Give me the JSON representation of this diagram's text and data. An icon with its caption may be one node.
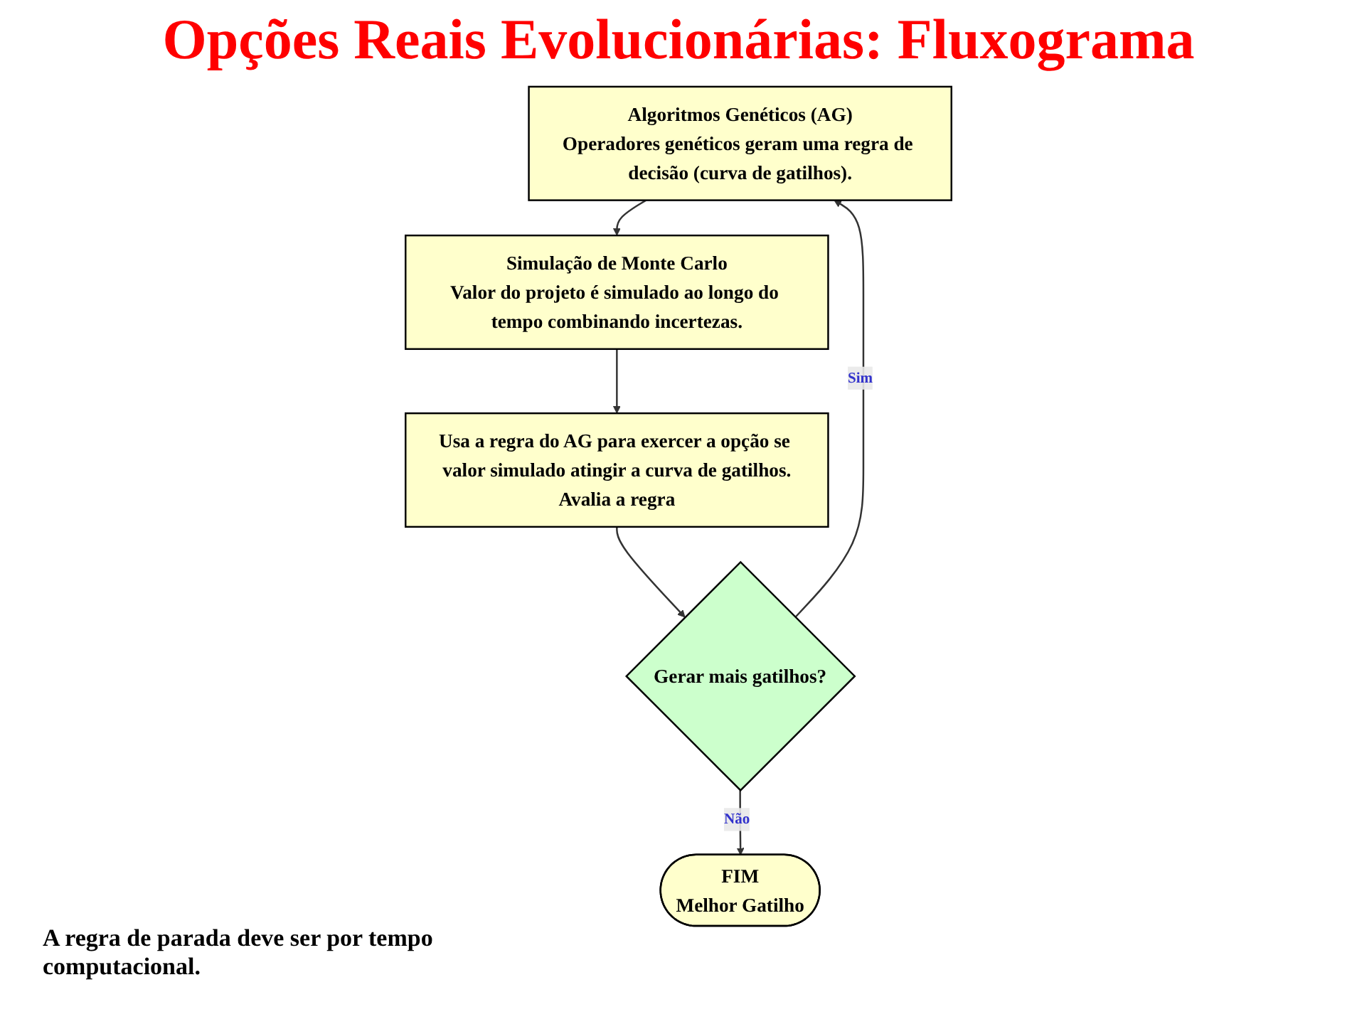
{
  "diagram": {
    "title": "Opções Reais Evolucionárias: Fluxograma",
    "nodes": [
      {
        "text": [
          "Algoritmos Genéticos (AG)",
          "Operadores genéticos geram uma regra de decisão (curva de gatilhos)."
        ]
      },
      {
        "text": [
          "Simulação de Monte Carlo",
          "Valor do projeto é simulado ao longo do tempo combinando incertezas."
        ]
      },
      {
        "text": [
          "Usa a regra do AG para exercer a opção se valor simulado atingir a curva de gatilhos.",
          "Avalia a regra"
        ]
      },
      {
        "text": [
          "Gerar mais gatilhos?"
        ]
      },
      {
        "text": [
          "FIM",
          "Melhor Gatilho"
        ]
      }
    ],
    "edges": [
      {
        "from": 0,
        "to": 1,
        "arrow": "to"
      },
      {
        "from": 1,
        "to": 2,
        "arrow": "to"
      },
      {
        "from": 2,
        "to": 3,
        "arrow": "to"
      },
      {
        "from": 3,
        "to": 0,
        "arrow": "to",
        "label": "Sim"
      },
      {
        "from": 3,
        "to": 4,
        "arrow": "to",
        "label": "Não"
      }
    ],
    "labels": [
      "A regra de parada deve ser por tempo computacional."
    ]
  }
}
